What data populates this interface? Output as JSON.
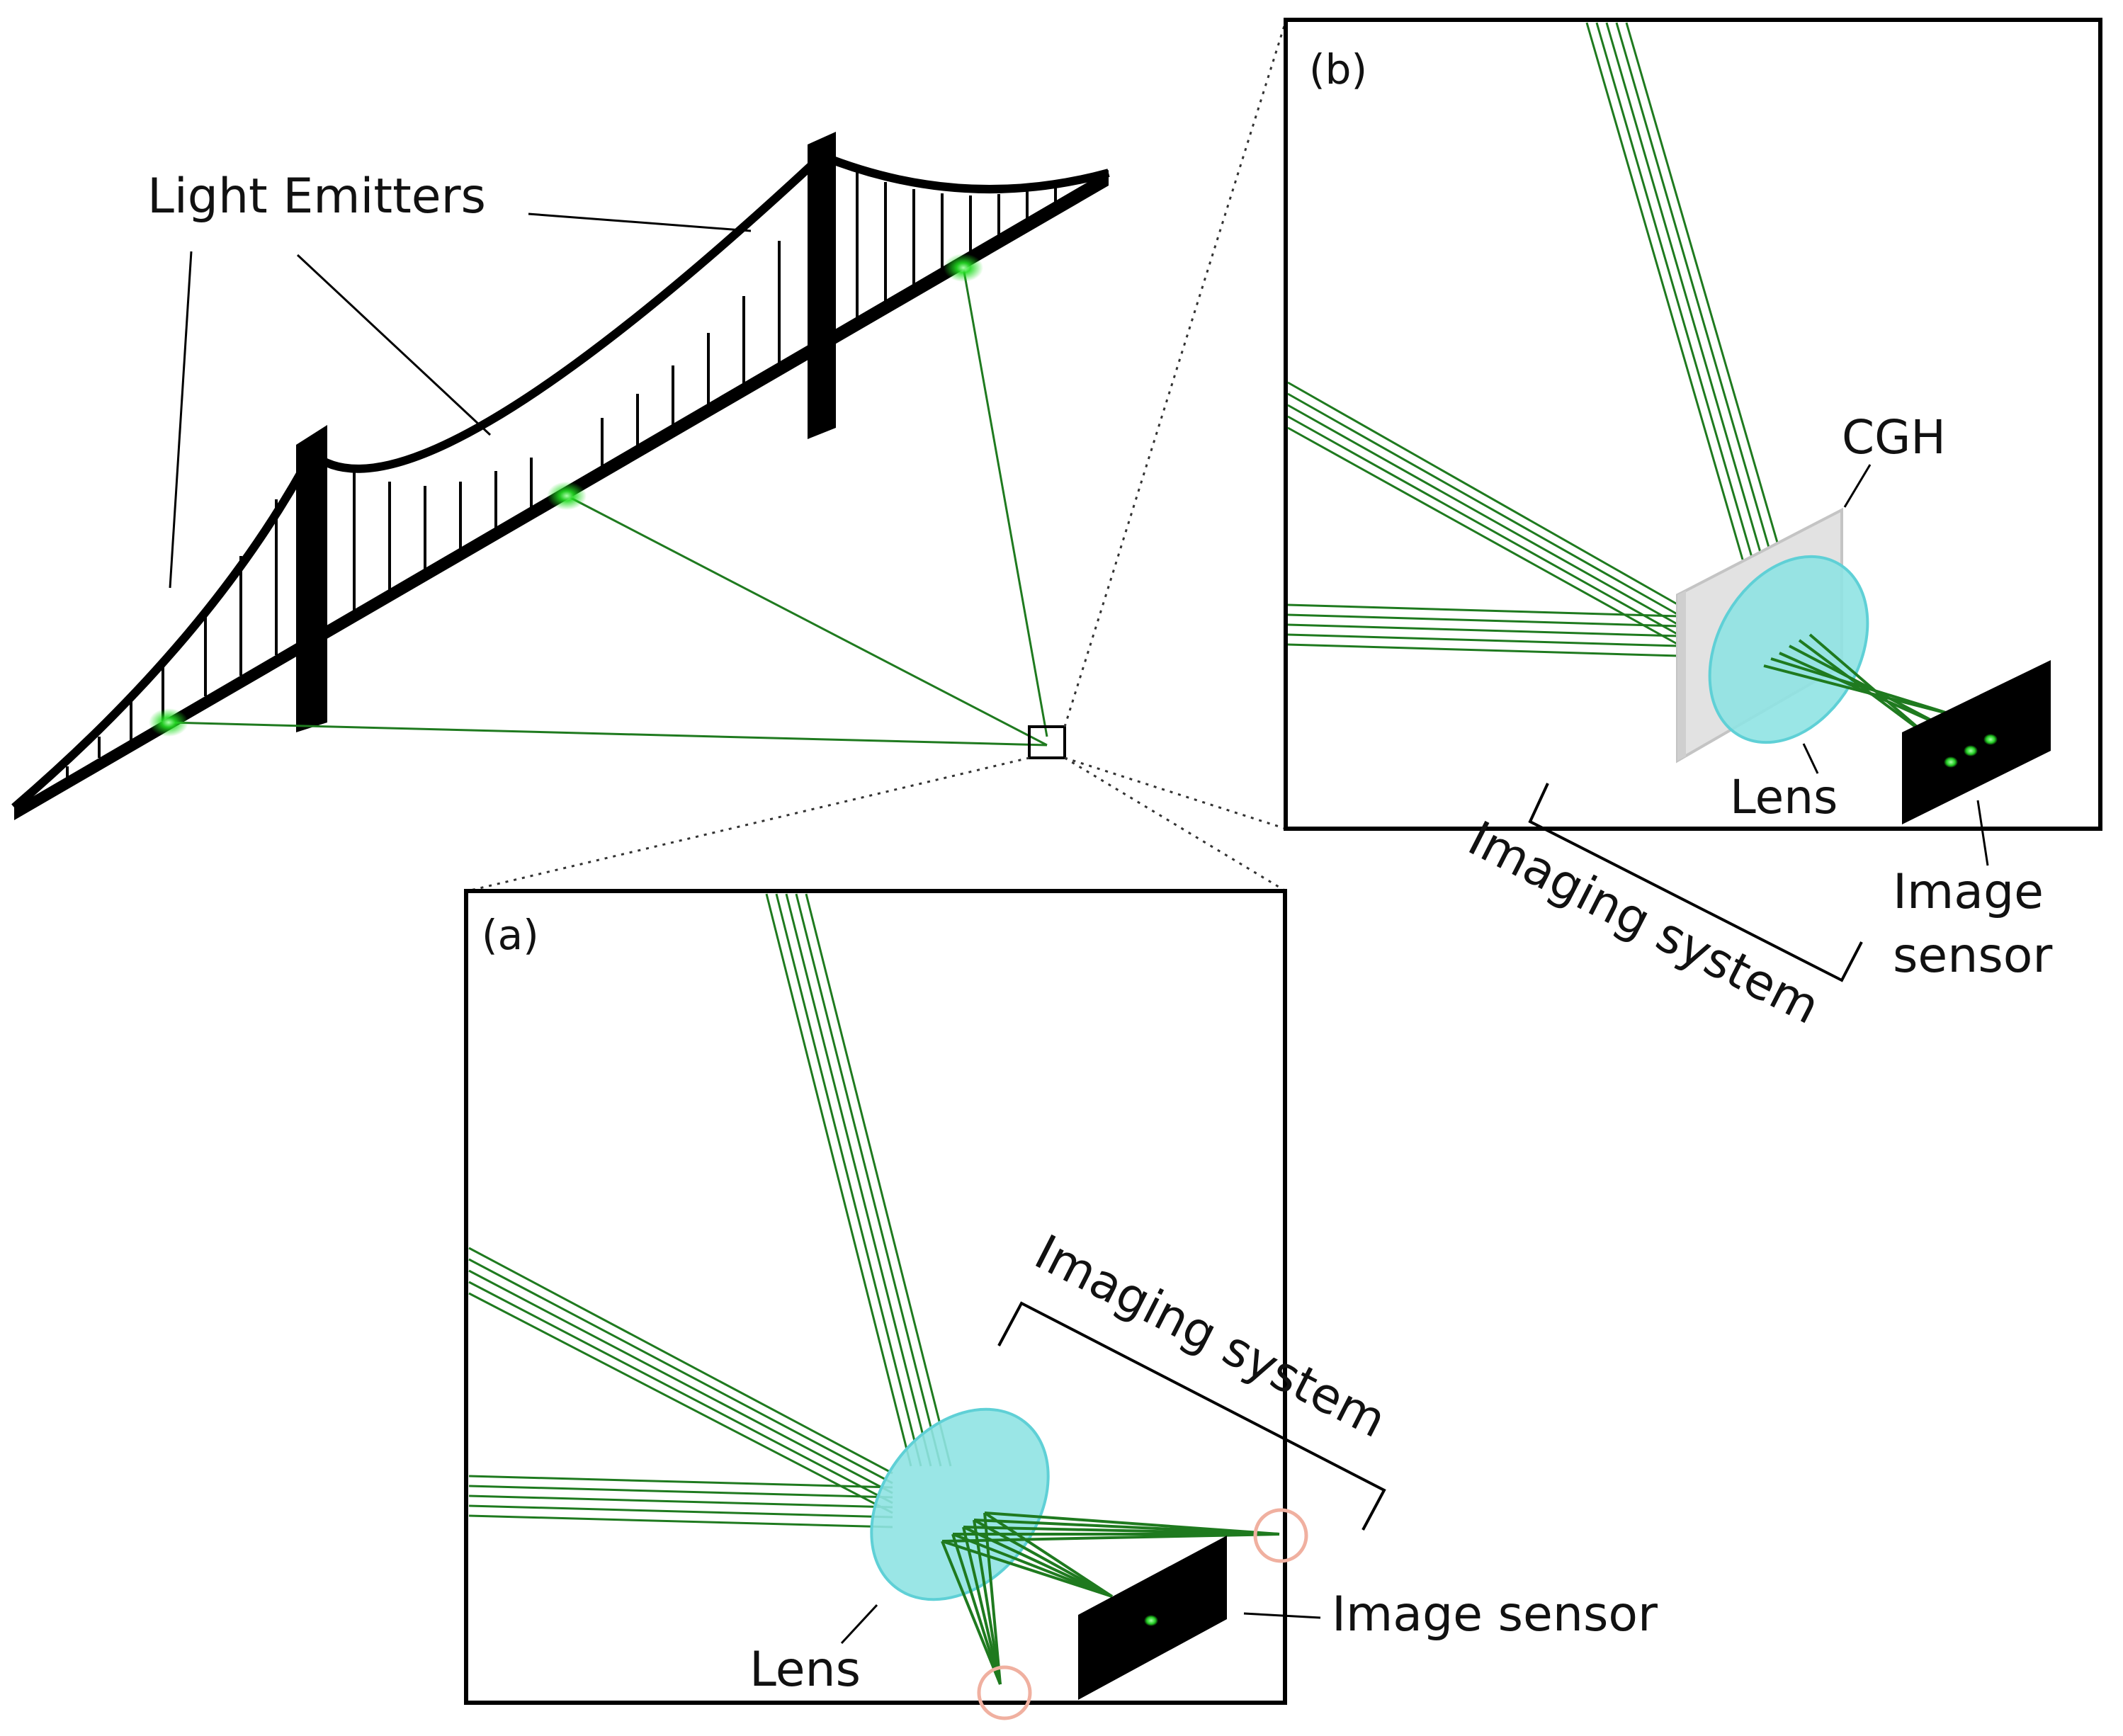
{
  "labels": {
    "light_emitters": "Light Emitters",
    "panel_a_tag": "(a)",
    "panel_b_tag": "(b)",
    "cgh": "CGH",
    "lens_a": "Lens",
    "lens_b": "Lens",
    "imaging_system_a": "Imaging system",
    "imaging_system_b": "Imaging system",
    "image_sensor_a": "Image sensor",
    "image_sensor_b_line1": "Image",
    "image_sensor_b_line2": "sensor"
  },
  "colors": {
    "structure": "#000000",
    "ray": "#1f7a1f",
    "emitter_glow": "#22dd22",
    "lens_fill": "#8fe3e3",
    "lens_stroke": "#5fd0d6",
    "cgh_plate": "#e2e2e2",
    "sensor": "#000000",
    "sensor_spot": "#22cc22",
    "highlight_ring": "#f0b0a0"
  }
}
